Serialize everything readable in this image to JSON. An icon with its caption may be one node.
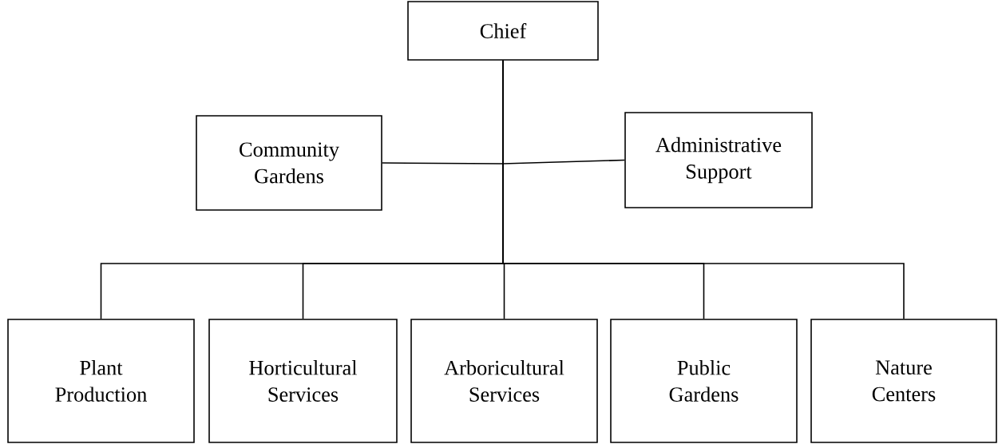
{
  "diagram": {
    "nodes": [
      {
        "text": [
          "Chief"
        ]
      },
      {
        "text": [
          "Community Gardens"
        ]
      },
      {
        "text": [
          "Administrative Support"
        ]
      },
      {
        "text": [
          "Plant Production"
        ]
      },
      {
        "text": [
          "Horticultural Services"
        ]
      },
      {
        "text": [
          "Arboricultural Services"
        ]
      },
      {
        "text": [
          "Public Gardens"
        ]
      },
      {
        "text": [
          "Nature Centers"
        ]
      }
    ],
    "edges": [
      {
        "from": 0,
        "to": 1,
        "arrow": "none"
      },
      {
        "from": 0,
        "to": 2,
        "arrow": "none"
      },
      {
        "from": 0,
        "to": 3,
        "arrow": "none"
      },
      {
        "from": 0,
        "to": 4,
        "arrow": "none"
      },
      {
        "from": 0,
        "to": 5,
        "arrow": "none"
      },
      {
        "from": 0,
        "to": 6,
        "arrow": "none"
      },
      {
        "from": 0,
        "to": 7,
        "arrow": "none"
      }
    ]
  }
}
